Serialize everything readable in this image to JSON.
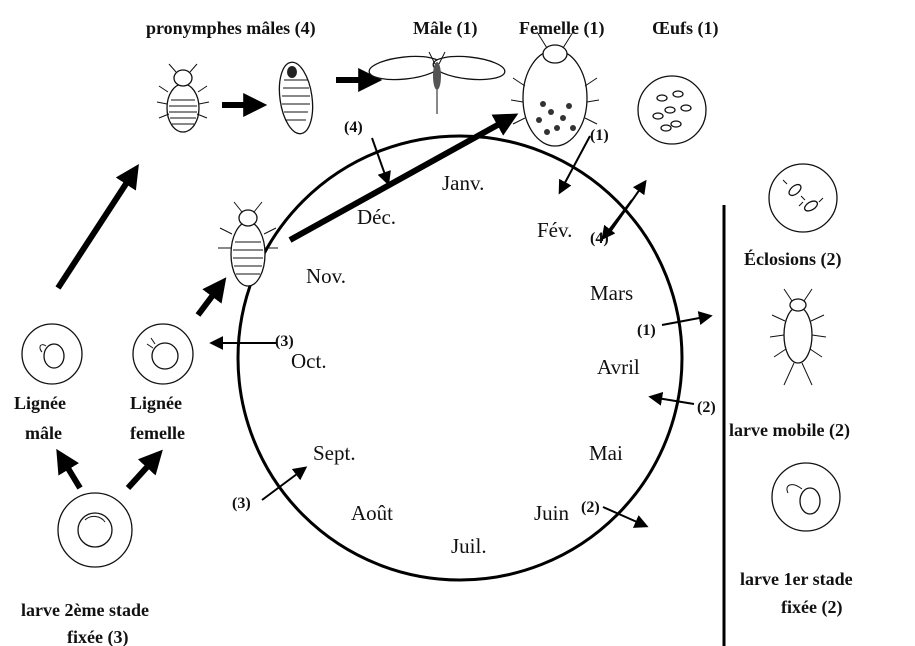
{
  "months": {
    "jan": "Janv.",
    "feb": "Fév.",
    "mar": "Mars",
    "apr": "Avril",
    "may": "Mai",
    "jun": "Juin",
    "jul": "Juil.",
    "aug": "Août",
    "sep": "Sept.",
    "oct": "Oct.",
    "nov": "Nov.",
    "dec": "Déc."
  },
  "top_labels": {
    "prenymphs": "pronymphes mâles (4)",
    "male": "Mâle (1)",
    "female": "Femelle (1)",
    "eggs": "Œufs (1)"
  },
  "right_labels": {
    "hatching": "Éclosions (2)",
    "mobile_larva": "larve mobile (2)",
    "fixed_larva_line1": "larve 1er stade",
    "fixed_larva_line2": "fixée (2)"
  },
  "left_labels": {
    "male_line_1": "Lignée",
    "male_line_2": "mâle",
    "female_line_1": "Lignée",
    "female_line_2": "femelle",
    "second_stage_1": "larve 2ème stade",
    "second_stage_2": "fixée (3)"
  },
  "markers": {
    "dec": "(4)",
    "jan": "(1)",
    "feb": "(4)",
    "mar": "(1)",
    "apr": "(2)",
    "jun": "(2)",
    "sep": "(3)",
    "oct": "(3)"
  }
}
